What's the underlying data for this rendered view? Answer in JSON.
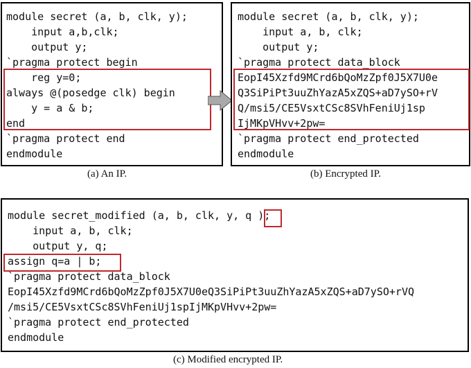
{
  "panel_a": {
    "lines": [
      "module secret (a, b, clk, y);",
      "    input a,b,clk;",
      "    output y;",
      "`pragma protect begin",
      "    reg y=0;",
      "always @(posedge clk) begin",
      "    y = a & b;",
      "end",
      "`pragma protect end",
      "endmodule"
    ],
    "caption": "(a) An IP."
  },
  "panel_b": {
    "lines": [
      "module secret (a, b, clk, y);",
      "    input a, b, clk;",
      "    output y;",
      "`pragma protect data_block",
      "EopI45Xzfd9MCrd6bQoMzZpf0J5X7U0e",
      "Q3SiPiPt3uuZhYazA5xZQS+aD7ySO+rV",
      "Q/msi5/CE5VsxtCSc8SVhFeniUj1sp",
      "IjMKpVHvv+2pw=",
      "`pragma protect end_protected",
      "endmodule"
    ],
    "caption": "(b) Encrypted IP."
  },
  "panel_c": {
    "lines": [
      "module secret_modified (a, b, clk, y, q );",
      "    input a, b, clk;",
      "    output y, q;",
      "assign q=a | b;",
      "`pragma protect data_block",
      "EopI45Xzfd9MCrd6bQoMzZpf0J5X7U0eQ3SiPiPt3uuZhYazA5xZQS+aD7ySO+rVQ",
      "/msi5/CE5VsxtCSc8SVhFeniUj1spIjMKpVHvv+2pw=",
      "`pragma protect end_protected",
      "endmodule"
    ],
    "caption": "(c) Modified encrypted IP."
  },
  "colors": {
    "highlight": "#c0282d",
    "arrow": "#a9a9a9",
    "border": "#000000"
  }
}
